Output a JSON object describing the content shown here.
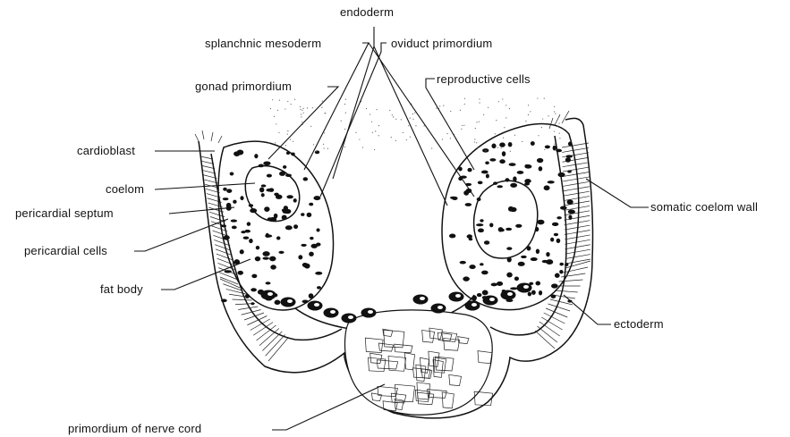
{
  "labels": {
    "endoderm": "endoderm",
    "splanchnic_mesoderm": "splanchnic mesoderm",
    "oviduct_primordium": "oviduct primordium",
    "gonad_primordium": "gonad primordium",
    "reproductive_cells": "reproductive cells",
    "cardioblast": "cardioblast",
    "coelom": "coelom",
    "pericardial_septum": "pericardial septum",
    "somatic_coelom_wall": "somatic coelom wall",
    "pericardial_cells": "pericardial cells",
    "fat_body": "fat body",
    "ectoderm": "ectoderm",
    "primordium_of_nerve_cord": "primordium of nerve cord"
  }
}
